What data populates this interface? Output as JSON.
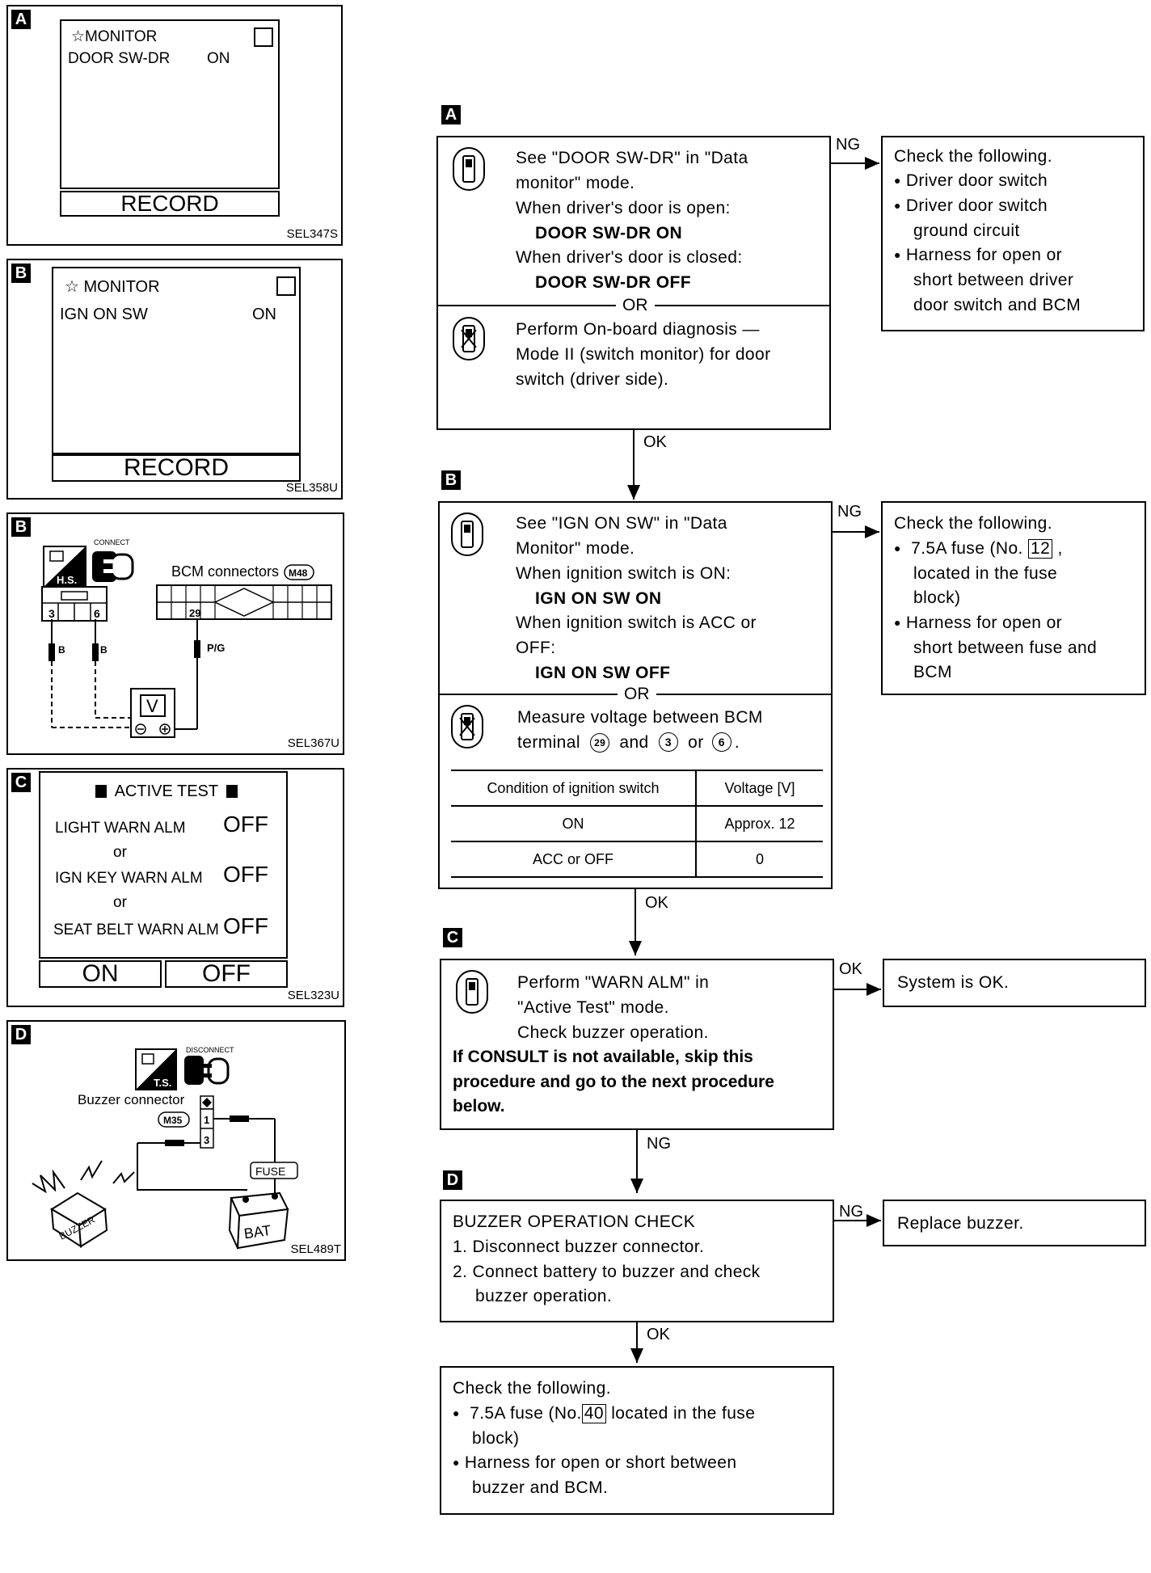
{
  "left_panels": {
    "a": {
      "tag": "A",
      "screen_title": "☆MONITOR",
      "item": "DOOR SW-DR",
      "value": "ON",
      "button": "RECORD",
      "code": "SEL347S"
    },
    "b1": {
      "tag": "B",
      "screen_title": "☆ MONITOR",
      "item": "IGN ON SW",
      "value": "ON",
      "button": "RECORD",
      "code": "SEL358U"
    },
    "b2": {
      "tag": "B",
      "connect_label": "CONNECT",
      "hs_label": "H.S.",
      "bcm_label": "BCM connectors",
      "bcm_conn": "M48",
      "pin_3": "3",
      "pin_6": "6",
      "pin_29": "29",
      "wire_b1": "B",
      "wire_b2": "B",
      "wire_pg": "P/G",
      "meter": "V",
      "code": "SEL367U"
    },
    "c": {
      "tag": "C",
      "title": "ACTIVE TEST",
      "items": [
        {
          "label": "LIGHT WARN ALM",
          "value": "OFF"
        },
        {
          "label": "IGN KEY WARN ALM",
          "value": "OFF"
        },
        {
          "label": "SEAT BELT WARN ALM",
          "value": "OFF"
        }
      ],
      "or_1": "or",
      "or_2": "or",
      "btn_on": "ON",
      "btn_off": "OFF",
      "code": "SEL323U"
    },
    "d": {
      "tag": "D",
      "ts_label": "T.S.",
      "disconnect_label": "DISCONNECT",
      "buzzer_conn_label": "Buzzer connector",
      "buzzer_conn": "M35",
      "pin_1": "1",
      "pin_3": "3",
      "fuse": "FUSE",
      "bat": "BAT",
      "buzzer": "BUZZER",
      "code": "SEL489T"
    }
  },
  "flow": {
    "a": {
      "tag": "A",
      "lines": [
        "See \"DOOR SW-DR\" in \"Data",
        "monitor\" mode.",
        "When driver's door is open:",
        "DOOR SW-DR ON",
        "When driver's door is closed:",
        "DOOR SW-DR OFF"
      ],
      "or": "OR",
      "alt_lines": [
        "Perform On-board diagnosis —",
        "Mode II (switch monitor) for door",
        "switch (driver side)."
      ],
      "ng": "NG",
      "ok": "OK",
      "ng_lines": [
        "Check the following.",
        "Driver door switch",
        "Driver door switch",
        "ground circuit",
        "Harness for open or",
        "short between driver",
        "door switch and BCM"
      ]
    },
    "b": {
      "tag": "B",
      "lines": [
        "See \"IGN ON SW\" in \"Data",
        "Monitor\" mode.",
        "When ignition switch is ON:",
        "IGN ON SW ON",
        "When ignition switch is ACC or",
        "OFF:",
        "IGN ON SW OFF"
      ],
      "or": "OR",
      "alt_line_1": "Measure voltage between BCM",
      "alt_line_2_a": "terminal",
      "alt_line_2_b": "29",
      "alt_line_2_c": "and",
      "alt_line_2_d": "3",
      "alt_line_2_e": "or",
      "alt_line_2_f": "6",
      "table": {
        "headers": [
          "Condition of ignition switch",
          "Voltage [V]"
        ],
        "rows": [
          [
            "ON",
            "Approx. 12"
          ],
          [
            "ACC or OFF",
            "0"
          ]
        ]
      },
      "ng": "NG",
      "ok": "OK",
      "ng_line_1": "Check the following.",
      "ng_line_2_a": "7.5A fuse (No.",
      "ng_line_2_b": "12",
      "ng_line_2_c": ",",
      "ng_line_3": "located in the fuse",
      "ng_line_4": "block)",
      "ng_line_5": "Harness for open or",
      "ng_line_6": "short between fuse and",
      "ng_line_7": "BCM"
    },
    "c": {
      "tag": "C",
      "lines": [
        "Perform \"WARN ALM\" in",
        "\"Active Test\" mode.",
        "Check buzzer operation."
      ],
      "bold_lines": [
        "If CONSULT is not available, skip this",
        "procedure and go to the next procedure",
        "below."
      ],
      "ok": "OK",
      "ok_result": "System is OK.",
      "ng": "NG"
    },
    "d": {
      "tag": "D",
      "lines": [
        "BUZZER OPERATION CHECK",
        "1. Disconnect buzzer connector.",
        "2. Connect battery to buzzer and check",
        "buzzer operation."
      ],
      "ng": "NG",
      "ng_result": "Replace buzzer.",
      "ok": "OK"
    },
    "final": {
      "line_1": "Check the following.",
      "line_2_a": "7.5A fuse (No.",
      "line_2_b": "40",
      "line_2_c": "located in the fuse",
      "line_3": "block)",
      "line_4": "Harness for open or short between",
      "line_5": "buzzer and BCM."
    }
  }
}
